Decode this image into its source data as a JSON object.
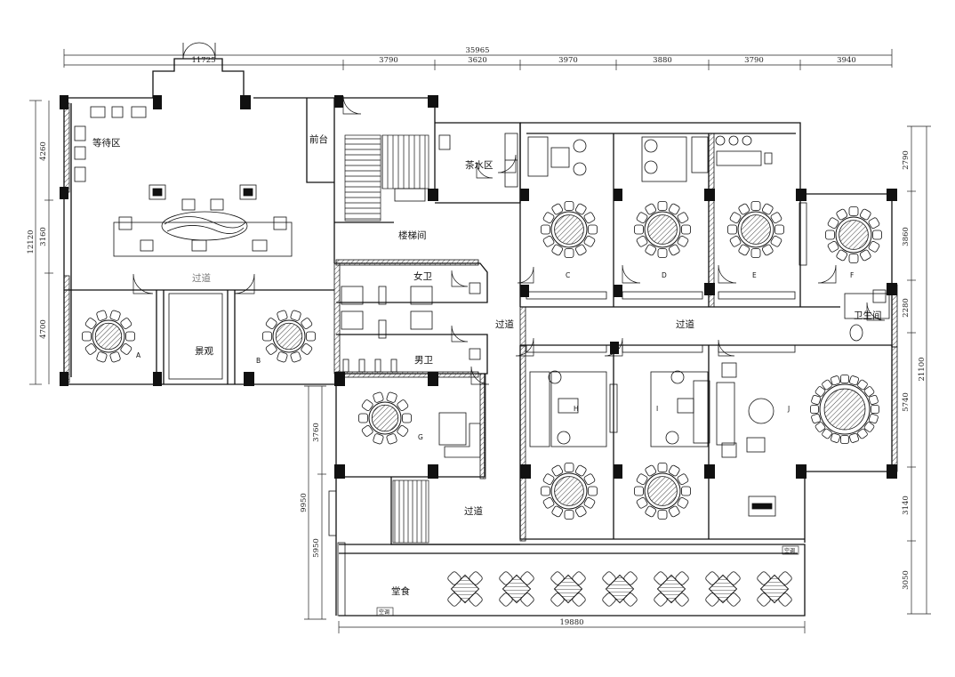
{
  "rooms": {
    "waiting_area": "等待区",
    "reception": "前台",
    "tea_area": "茶水区",
    "stairwell": "楼梯间",
    "corridor_top_left": "过道",
    "landscape": "景观",
    "womens_wc": "女卫",
    "mens_wc": "男卫",
    "corridor_center": "过道",
    "corridor_right": "过道",
    "restroom": "卫生间",
    "corridor_lower": "过道",
    "canteen": "堂食"
  },
  "private_rooms": [
    "A",
    "B",
    "C",
    "D",
    "E",
    "F",
    "G",
    "H",
    "I",
    "J"
  ],
  "dimensions": {
    "top_total": "35965",
    "top_segments": [
      "11725",
      "3790",
      "3620",
      "3970",
      "3880",
      "3790",
      "3940"
    ],
    "left_total": "12120",
    "left_segments": [
      "4260",
      "3160",
      "4700"
    ],
    "right_segments": [
      "2790",
      "3860",
      "2280",
      "5740",
      "3140",
      "3050"
    ],
    "right_total": "21100",
    "left_lower_total": "9950",
    "left_lower_segments": [
      "3760",
      "5950"
    ],
    "bottom_total": "19880"
  },
  "small_tags": {
    "ac_unit_1": "空调",
    "ac_unit_2": "空调"
  }
}
